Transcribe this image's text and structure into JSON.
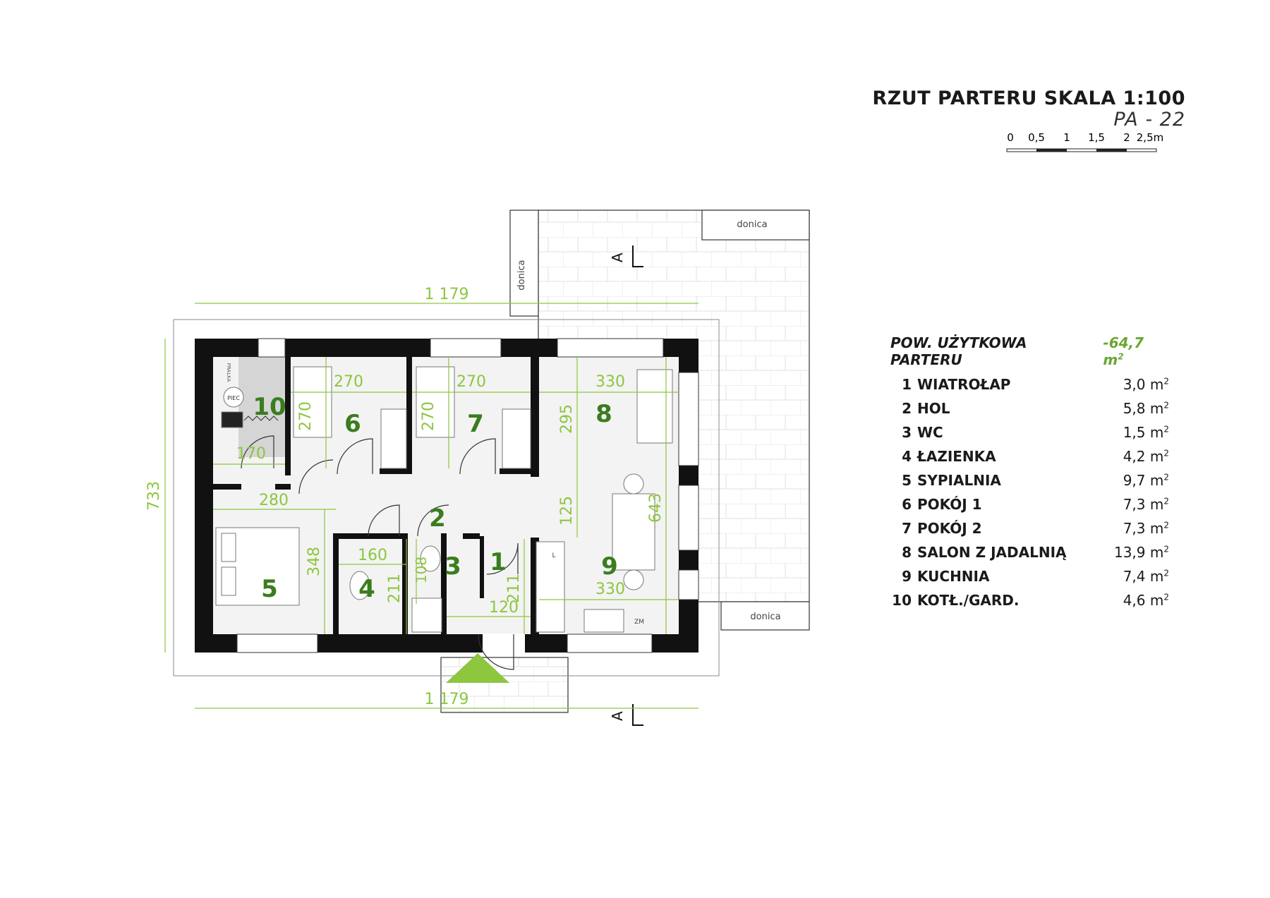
{
  "header": {
    "title": "RZUT PARTERU SKALA 1:100",
    "subtitle": "PA - 22",
    "scale_labels": [
      "0",
      "0,5",
      "1",
      "1,5",
      "2",
      "2,5m"
    ]
  },
  "legend": {
    "heading": "POW. UŻYTKOWA PARTERU",
    "heading_value": "-64,7 m",
    "unit_sup": "2",
    "rooms": [
      {
        "num": "1",
        "name": "WIATROŁAP",
        "area": "3,0 m"
      },
      {
        "num": "2",
        "name": "HOL",
        "area": "5,8 m"
      },
      {
        "num": "3",
        "name": "WC",
        "area": "1,5 m"
      },
      {
        "num": "4",
        "name": "ŁAZIENKA",
        "area": "4,2 m"
      },
      {
        "num": "5",
        "name": "SYPIALNIA",
        "area": "9,7 m"
      },
      {
        "num": "6",
        "name": "POKÓJ 1",
        "area": "7,3 m"
      },
      {
        "num": "7",
        "name": "POKÓJ 2",
        "area": "7,3 m"
      },
      {
        "num": "8",
        "name": "SALON Z JADALNIĄ",
        "area": "13,9 m"
      },
      {
        "num": "9",
        "name": "KUCHNIA",
        "area": "7,4 m"
      },
      {
        "num": "10",
        "name": "KOTŁ./GARD.",
        "area": "4,6 m"
      }
    ]
  },
  "plan": {
    "dims": {
      "top_total": "1 179",
      "bottom_total": "1 179",
      "left_total": "733",
      "r6_w": "270",
      "r6_h": "270",
      "r7_w": "270",
      "r7_h": "270",
      "r8_w": "330",
      "r8_h": "295",
      "r8_h2": "643",
      "r8_mid": "125",
      "r10_w": "170",
      "hall_w": "280",
      "r5_h": "348",
      "r4_w": "160",
      "r4_h": "211",
      "wc_h": "108",
      "r1_h": "211",
      "r1_w": "120",
      "r9_w": "330"
    },
    "room_numbers": {
      "r1": "1",
      "r2": "2",
      "r3": "3",
      "r4": "4",
      "r5": "5",
      "r6": "6",
      "r7": "7",
      "r8": "8",
      "r9": "9",
      "r10": "10"
    },
    "labels": {
      "planter": "donica",
      "piec": "PIEC",
      "pralka": "PRALKA",
      "zm": "ZM",
      "l_mark": "L",
      "section": "A"
    },
    "colors": {
      "wall": "#111111",
      "dim": "#8dc63f",
      "num": "#3a7d1e",
      "floor": "#f2f2f2",
      "boiler": "#d4d4d4",
      "arrow": "#8dc63f"
    }
  }
}
